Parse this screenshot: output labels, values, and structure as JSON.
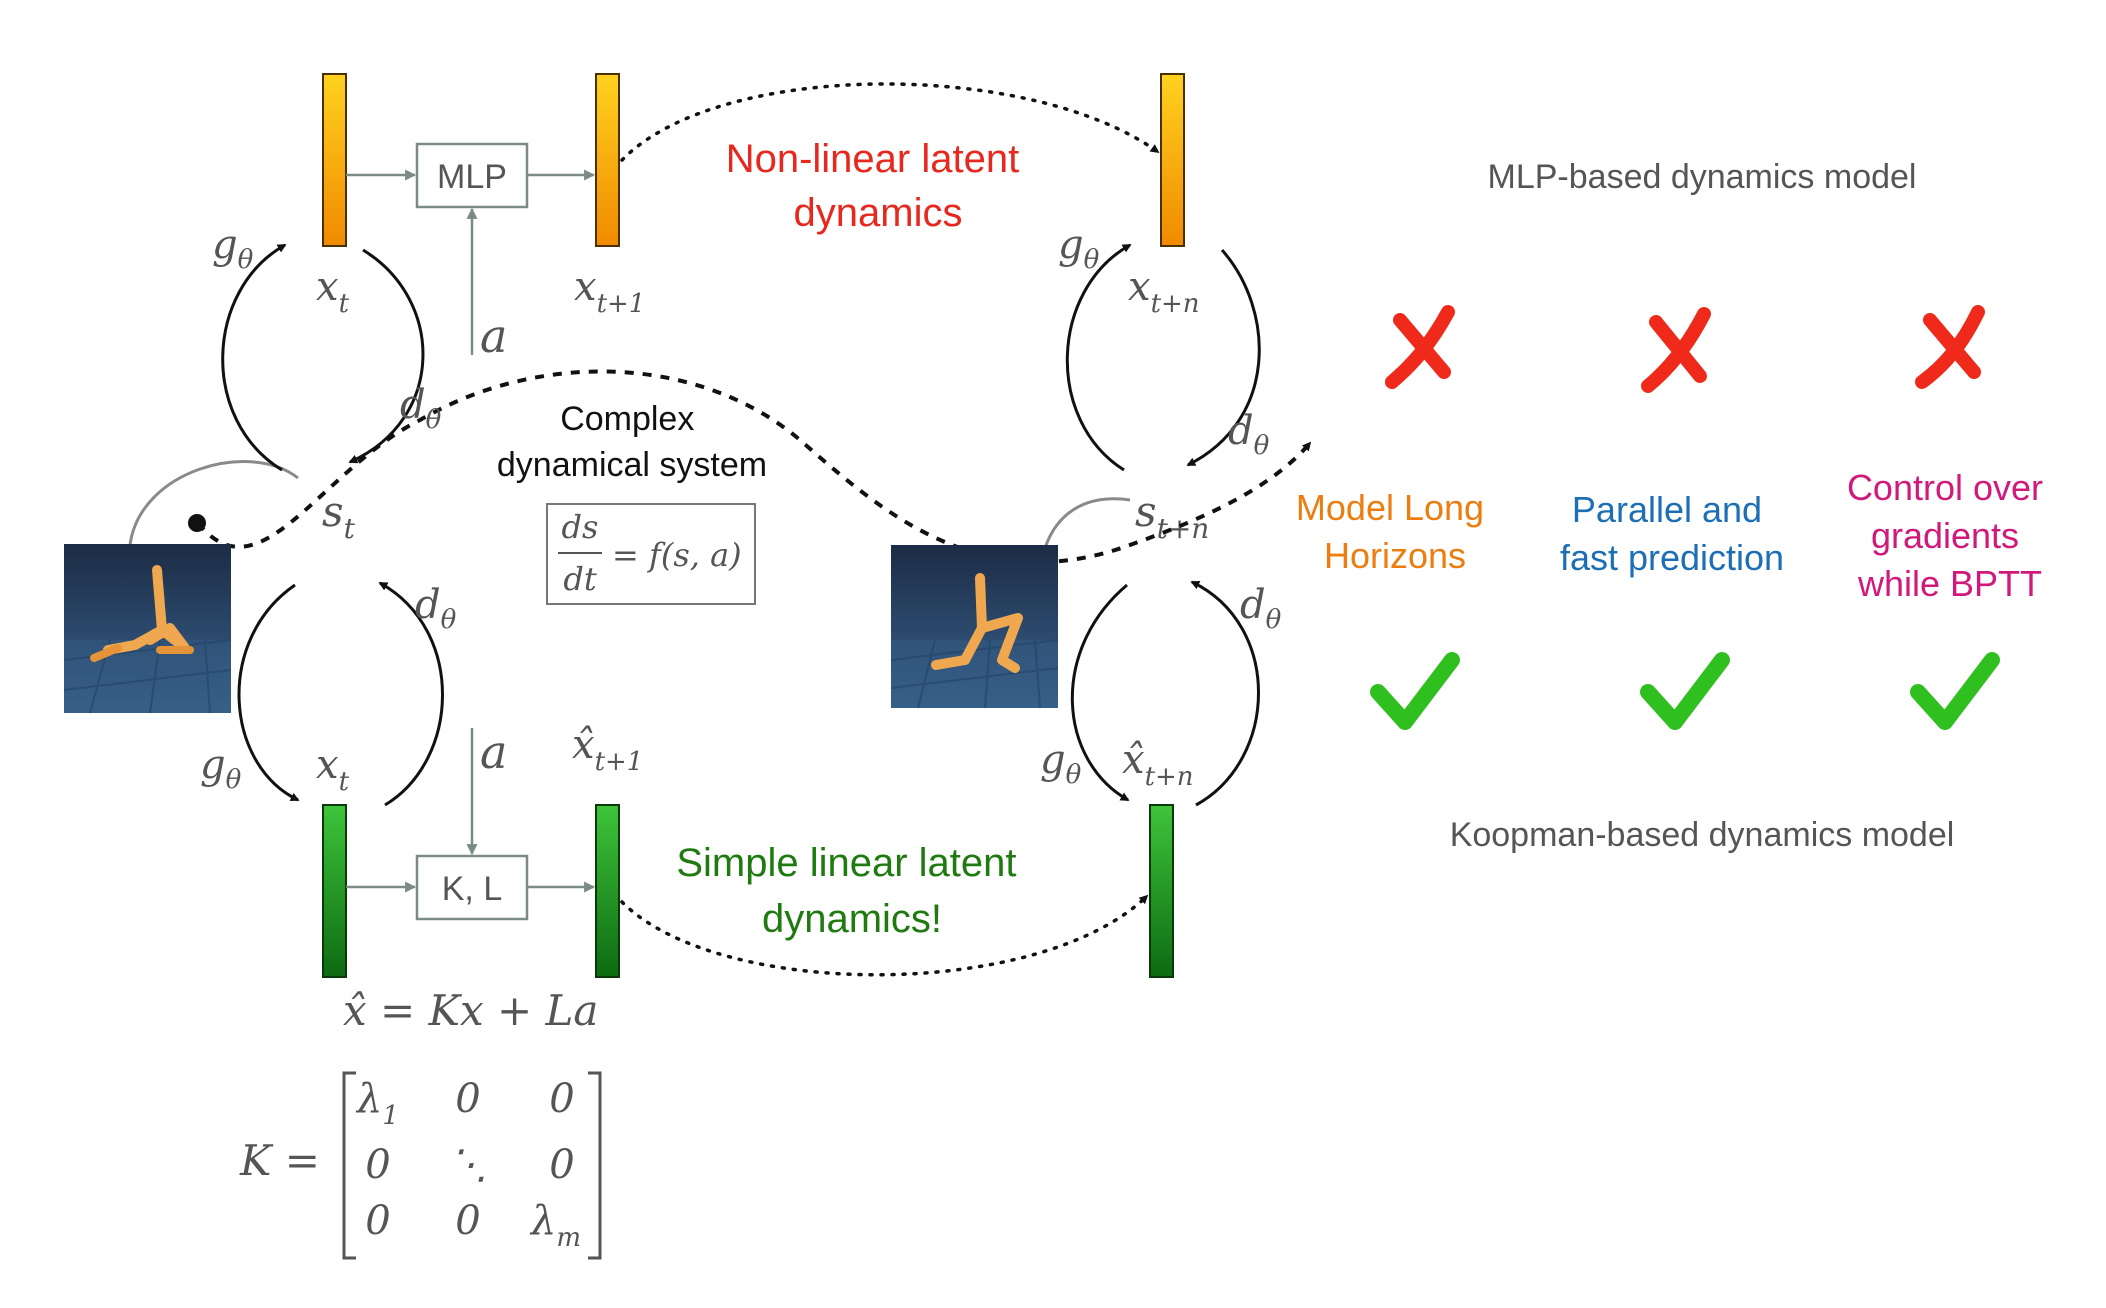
{
  "top": {
    "mlp_box_label": "MLP",
    "caption_line1": "Non-linear latent",
    "caption_line2": "dynamics",
    "caption_color": "#e8281e",
    "x_t": "x",
    "x_t_sub": "t",
    "x_t1": "x",
    "x_t1_sub": "t+1",
    "x_tn": "x",
    "x_tn_sub": "t+n",
    "action": "a"
  },
  "bottom": {
    "kl_box_label": "K, L",
    "caption_line1": "Simple linear latent",
    "caption_line2": "dynamics!",
    "caption_color": "#1f7a10",
    "x_t": "x",
    "x_t_sub": "t",
    "xhat_t1": "x̂",
    "xhat_t1_sub": "t+1",
    "xhat_tn": "x̂",
    "xhat_tn_sub": "t+n",
    "action": "a",
    "equation": "x̂ = Kx + La"
  },
  "middle": {
    "system_line1": "Complex",
    "system_line2": "dynamical system",
    "ode_num": "ds",
    "ode_den": "dt",
    "ode_rhs": "= f(s, a)",
    "s_t": "s",
    "s_t_sub": "t",
    "s_tn": "s",
    "s_tn_sub": "t+n"
  },
  "maps": {
    "g": "g",
    "d": "d",
    "theta": "θ"
  },
  "matrix": {
    "lhs": "K =",
    "rows": [
      [
        "λ",
        "0",
        "0"
      ],
      [
        "0",
        "⋱",
        "0"
      ],
      [
        "0",
        "0",
        "λ"
      ]
    ],
    "lambda_first_sub": "1",
    "lambda_last_sub": "m"
  },
  "comparison": {
    "mlp_title": "MLP-based dynamics model",
    "koopman_title": "Koopman-based dynamics model",
    "columns": [
      {
        "label_line1": "Model Long",
        "label_line2": "Horizons",
        "label_line3": "",
        "color": "#ee7d10"
      },
      {
        "label_line1": "Parallel and",
        "label_line2": "fast prediction",
        "label_line3": "",
        "color": "#1c6fb5"
      },
      {
        "label_line1": "Control over",
        "label_line2": "gradients",
        "label_line3": "while BPTT",
        "color": "#d0197a"
      }
    ],
    "mlp_mark": "cross-icon",
    "koopman_mark": "check-icon",
    "cross_color": "#f02a1a",
    "check_color": "#2fbf1f"
  }
}
